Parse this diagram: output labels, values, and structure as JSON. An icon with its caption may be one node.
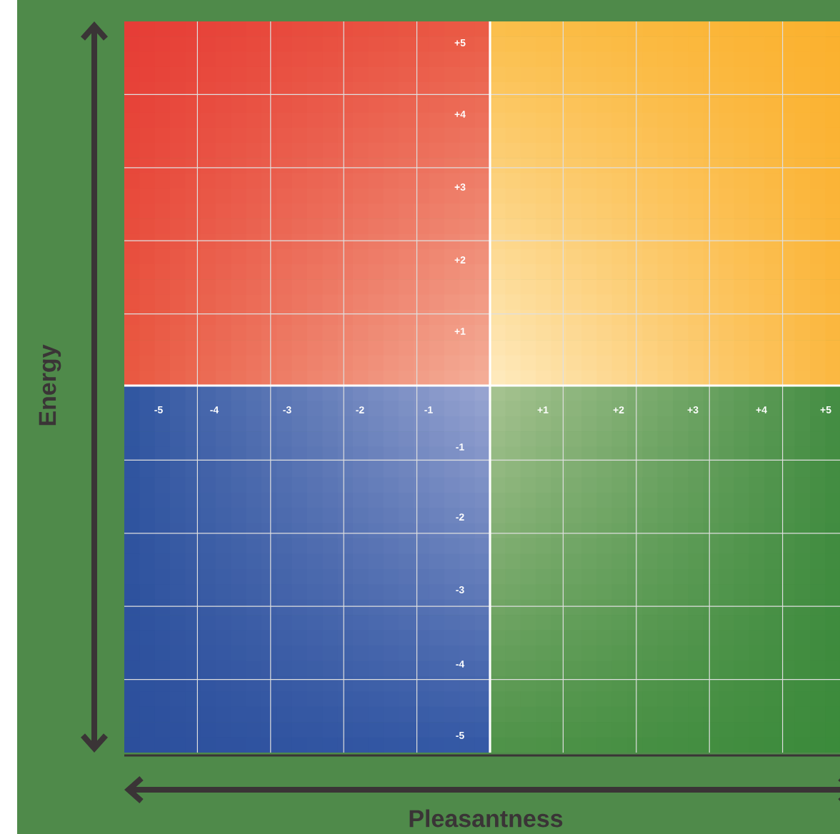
{
  "diagram": {
    "labels": [
      "+5",
      "+4",
      "+3",
      "+2",
      "+1",
      "-5",
      "-4",
      "-3",
      "-2",
      "-1",
      "+1",
      "+2",
      "+3",
      "+4",
      "+5",
      "-1",
      "-2",
      "-3",
      "-4",
      "-5",
      "Energy",
      "Pleasantness"
    ]
  }
}
